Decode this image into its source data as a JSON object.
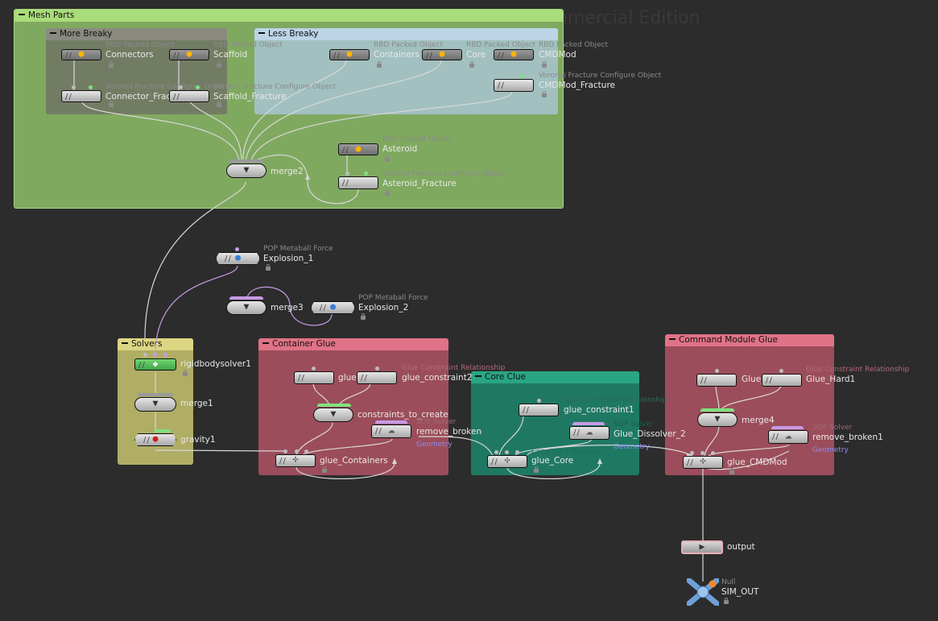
{
  "watermark": "Non-Commercial Edition",
  "boxes": {
    "mesh_parts": "Mesh Parts",
    "more_breaky": "More Breaky",
    "less_breaky": "Less Breaky",
    "solvers": "Solvers",
    "container_glue": "Container Glue",
    "core_clue": "Core Clue",
    "command_module_glue": "Command Module Glue"
  },
  "colors": {
    "mesh_parts": "#93c56b",
    "less_breaky": "#9ab8c8",
    "more_breaky": "#7a7a6e",
    "solvers": "#d9d07a",
    "container_glue": "#c25b6d",
    "core_clue": "#1f8a6e",
    "command_module_glue": "#c25b6d",
    "wire": "#c8c8c8",
    "wire_purple": "#c79ae6"
  },
  "nodes": {
    "connectors": {
      "type": "RBD Packed Object",
      "name": "Connectors"
    },
    "scaffold": {
      "type": "RBD Packed Object",
      "name": "Scaffold"
    },
    "connector_fracture": {
      "type": "Voronoi Fracture Configure Object",
      "name": "Connector_Fracture"
    },
    "scaffold_fracture": {
      "type": "Voronoi Fracture Configure Object",
      "name": "Scaffold_Fracture"
    },
    "containers": {
      "type": "RBD Packed Object",
      "name": "Containers"
    },
    "core": {
      "type": "RBD Packed Object",
      "name": "Core"
    },
    "cmdmod": {
      "type": "RBD Packed Object",
      "name": "CMDMod"
    },
    "cmdmod_fracture": {
      "type": "Voronoi Fracture Configure Object",
      "name": "CMDMod_Fracture"
    },
    "asteroid": {
      "type": "RBD Packed Object",
      "name": "Asteroid"
    },
    "asteroid_fracture": {
      "type": "Voronoi Fracture Configure Object",
      "name": "Asteroid_Fracture"
    },
    "merge2": {
      "name": "merge2"
    },
    "explosion_1": {
      "type": "POP Metaball Force",
      "name": "Explosion_1"
    },
    "merge3": {
      "name": "merge3"
    },
    "explosion_2": {
      "type": "POP Metaball Force",
      "name": "Explosion_2"
    },
    "rigidbodysolver1": {
      "name": "rigidbodysolver1"
    },
    "merge1": {
      "name": "merge1"
    },
    "gravity1": {
      "name": "gravity1"
    },
    "glue": {
      "name": "glue"
    },
    "glue_constraint2": {
      "type": "Glue Constraint Relationship",
      "name": "glue_constraint2"
    },
    "constraints_to_create": {
      "name": "constraints_to_create"
    },
    "remove_broken": {
      "type": "SOP Solver",
      "name": "remove_broken",
      "sub": "Geometry"
    },
    "glue_containers": {
      "name": "glue_Containers"
    },
    "glue_constraint1": {
      "type": "Glue Constraint Relationship",
      "name": "glue_constraint1"
    },
    "glue_dissolver_2": {
      "type": "SOP Solver",
      "name": "Glue_Dissolver_2",
      "sub": "Geometry"
    },
    "glue_core": {
      "type": "Constraint Network",
      "name": "glue_Core"
    },
    "glue_cmd": {
      "name": "Glue_"
    },
    "glue_hard1": {
      "type": "Glue Constraint Relationship",
      "name": "Glue_Hard1"
    },
    "merge4": {
      "name": "merge4"
    },
    "remove_broken1": {
      "type": "SOP Solver",
      "name": "remove_broken1",
      "sub": "Geometry"
    },
    "glue_cmdmod": {
      "name": "glue_CMDMod"
    },
    "output": {
      "name": "output"
    },
    "sim_out": {
      "type": "Null",
      "name": "SIM_OUT"
    }
  }
}
